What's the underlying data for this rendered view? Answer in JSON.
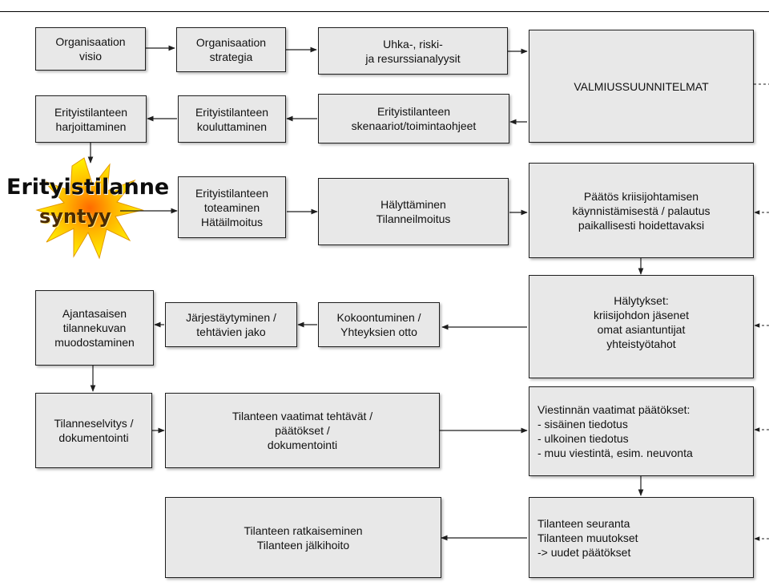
{
  "boxes": {
    "visio": [
      "Organisaation",
      "visio"
    ],
    "strategia": [
      "Organisaation",
      "strategia"
    ],
    "uhka": [
      "Uhka-, riski-",
      "ja resurssianalyysit"
    ],
    "valmius": [
      "VALMIUSSUUNNITELMAT"
    ],
    "harjoittaminen": [
      "Erityistilanteen",
      "harjoittaminen"
    ],
    "kouluttaminen": [
      "Erityistilanteen",
      "kouluttaminen"
    ],
    "skenaariot": [
      "Erityistilanteen",
      "skenaariot/toimintaohjeet"
    ],
    "toteaminen": [
      "Erityistilanteen",
      "toteaminen",
      "Hätäilmoitus"
    ],
    "halyttaminen": [
      "Hälyttäminen",
      "Tilanneilmoitus"
    ],
    "paatos": [
      "Päätös kriisijohtamisen",
      "käynnistämisestä / palautus",
      "paikallisesti hoidettavaksi"
    ],
    "halytykset": [
      "Hälytykset:",
      "kriisijohdon jäsenet",
      "omat asiantuntijat",
      "yhteistyötahot"
    ],
    "kokoontuminen": [
      "Kokoontuminen /",
      "Yhteyksien otto"
    ],
    "jarjestaytyminen": [
      "Järjestäytyminen /",
      "tehtävien jako"
    ],
    "tilannekuva": [
      "Ajantasaisen",
      "tilannekuvan",
      "muodostaminen"
    ],
    "tilanneselvitys": [
      "Tilanneselvitys /",
      "dokumentointi"
    ],
    "tehtavat": [
      "Tilanteen vaatimat tehtävät /",
      "päätökset /",
      "dokumentointi"
    ],
    "viestinta": [
      "Viestinnän vaatimat päätökset:",
      "- sisäinen tiedotus",
      "- ulkoinen tiedotus",
      "- muu viestintä, esim. neuvonta"
    ],
    "seuranta": [
      "Tilanteen seuranta",
      "Tilanteen muutokset",
      "-> uudet päätökset"
    ],
    "ratkaiseminen": [
      "Tilanteen ratkaiseminen",
      "Tilanteen jälkihoito"
    ]
  },
  "burst": [
    "Erityistilanne",
    "syntyy"
  ],
  "colors": {
    "box_fill": "#e8e8e8",
    "box_border": "#1e1e1e",
    "burst_outer": "#ffec1a",
    "burst_inner": "#ff7a00",
    "text": "#111111"
  }
}
